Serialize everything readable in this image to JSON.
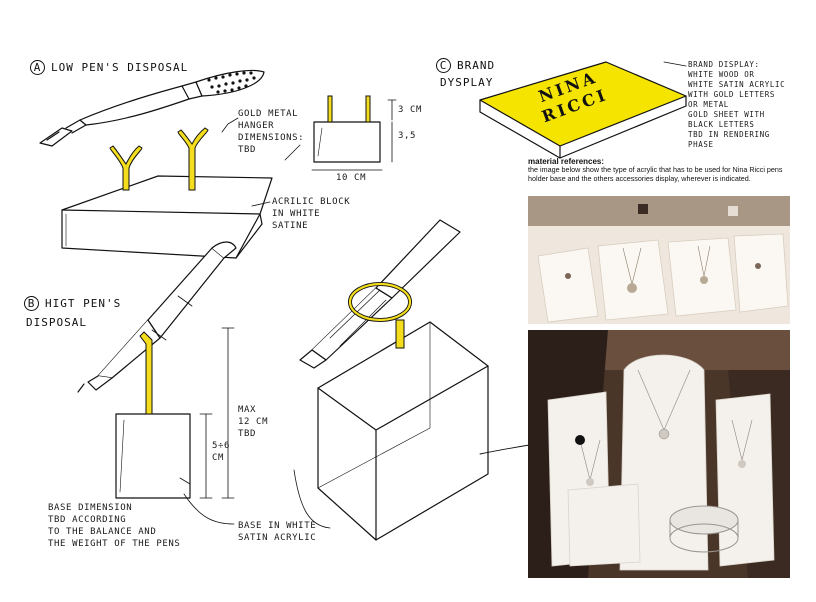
{
  "sections": {
    "a": {
      "letter": "A",
      "title": "Low pen's disposal"
    },
    "b": {
      "letter": "B",
      "title_line1": "Higt pen's",
      "title_line2": "disposal"
    },
    "c": {
      "letter": "C",
      "title_line1": "Brand",
      "title_line2": "dysplay"
    }
  },
  "notes": {
    "gold_hanger": [
      "Gold metal",
      "hanger",
      "dimensions:",
      "TBD"
    ],
    "acrylic_block": [
      "Acrilic block",
      "in white",
      "satine"
    ],
    "dim_3cm": "3 cm",
    "dim_35": "3,5",
    "dim_10cm": "10 cm",
    "max_height": [
      "Max",
      "12 cm",
      "TBD"
    ],
    "height_side": [
      "5÷6",
      "cm"
    ],
    "base_dimension": [
      "Base dimension",
      "TBD according",
      "to the balance and",
      "the weight of the pens"
    ],
    "base_white": [
      "Base in white",
      "satin acrylic"
    ],
    "brand_display": [
      "Brand display:",
      "white wood or",
      "white satin acrylic",
      "with gold letters",
      "or metal",
      "gold sheet with",
      "black letters",
      "TBD in rendering",
      "phase"
    ]
  },
  "brand": {
    "line1": "NINA",
    "line2": "RICCI"
  },
  "material_references": {
    "heading": "material references:",
    "body": "the image below show the type of acrylic that has to be used for Nina Ricci pens holder base and the others accessories display, wherever is indicated."
  },
  "colors": {
    "accent_yellow": "#f3dd1c",
    "brand_yellow": "#f4e400"
  }
}
